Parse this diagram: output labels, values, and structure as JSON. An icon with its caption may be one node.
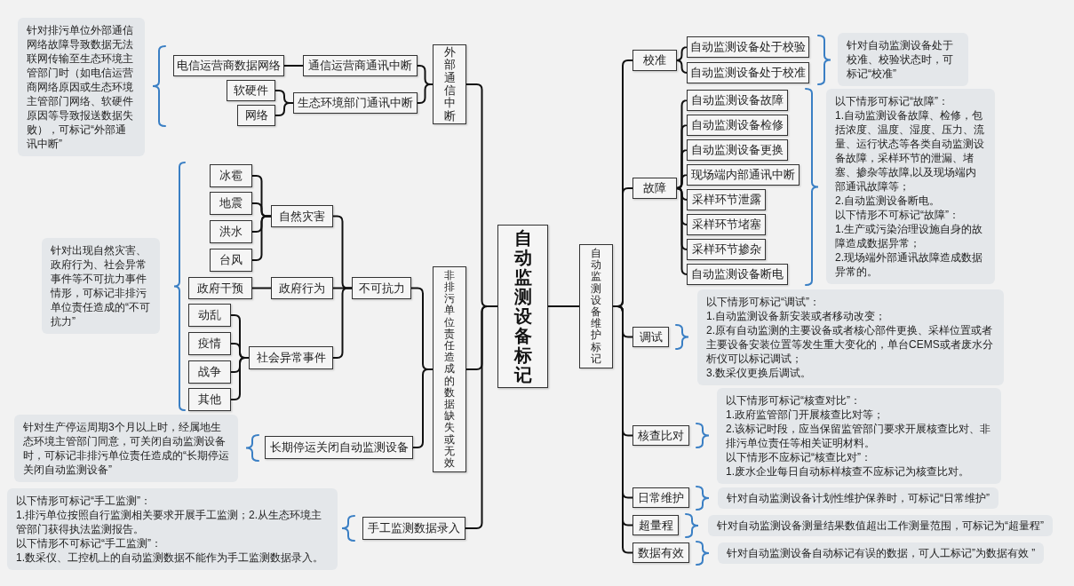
{
  "diagram": {
    "nodes": [
      {
        "text": [
          "自动监测设备标记"
        ]
      },
      {
        "text": [
          "外部通信中断"
        ]
      },
      {
        "text": [
          "通信运营商通讯中断"
        ]
      },
      {
        "text": [
          "电信运营商数据网络"
        ]
      },
      {
        "text": [
          "生态环境部门通讯中断"
        ]
      },
      {
        "text": [
          "软硬件"
        ]
      },
      {
        "text": [
          "网络"
        ]
      },
      {
        "text": [
          "针对排污单位外部通信网络故障导致数据无法联网传输至生态环境主管部门时（如电信运营商网络原因或生态环境主管部门网络、软硬件原因等导致报送数据失败），可标记“外部通讯中断”"
        ]
      },
      {
        "text": [
          "非排污单位责任造成的数据缺失或无效"
        ]
      },
      {
        "text": [
          "不可抗力"
        ]
      },
      {
        "text": [
          "自然灾害"
        ]
      },
      {
        "text": [
          "冰雹"
        ]
      },
      {
        "text": [
          "地震"
        ]
      },
      {
        "text": [
          "洪水"
        ]
      },
      {
        "text": [
          "台风"
        ]
      },
      {
        "text": [
          "政府行为"
        ]
      },
      {
        "text": [
          "政府干预"
        ]
      },
      {
        "text": [
          "社会异常事件"
        ]
      },
      {
        "text": [
          "动乱"
        ]
      },
      {
        "text": [
          "疫情"
        ]
      },
      {
        "text": [
          "战争"
        ]
      },
      {
        "text": [
          "其他"
        ]
      },
      {
        "text": [
          "针对出现自然灾害、政府行为、社会异常事件等不可抗力事件情形，可标记非排污单位责任造成的“不可抗力”"
        ]
      },
      {
        "text": [
          "长期停运关闭自动监测设备"
        ]
      },
      {
        "text": [
          "针对生产停运周期3个月以上时，经属地生态环境主管部门同意，可关闭自动监测设备时，可标记非排污单位责任造成的“长期停运关闭自动监测设备”"
        ]
      },
      {
        "text": [
          "手工监测数据录入"
        ]
      },
      {
        "text": [
          "以下情形可标记“手工监测”：",
          "1.排污单位按照自行监测相关要求开展手工监测；2.从生态环境主管部门获得执法监测报告。",
          "以下情形不可标记“手工监测”：",
          "1.数采仪、工控机上的自动监测数据不能作为手工监测数据录入。"
        ]
      },
      {
        "text": [
          "自动监测设备维护标记"
        ]
      },
      {
        "text": [
          "校准"
        ]
      },
      {
        "text": [
          "自动监测设备处于校验"
        ]
      },
      {
        "text": [
          "自动监测设备处于校准"
        ]
      },
      {
        "text": [
          "针对自动监测设备处于校准、校验状态时，可标记“校准”"
        ]
      },
      {
        "text": [
          "故障"
        ]
      },
      {
        "text": [
          "自动监测设备故障"
        ]
      },
      {
        "text": [
          "自动监测设备检修"
        ]
      },
      {
        "text": [
          "自动监测设备更换"
        ]
      },
      {
        "text": [
          "现场端内部通讯中断"
        ]
      },
      {
        "text": [
          "采样环节泄露"
        ]
      },
      {
        "text": [
          "采样环节堵塞"
        ]
      },
      {
        "text": [
          "采样环节掺杂"
        ]
      },
      {
        "text": [
          "自动监测设备断电"
        ]
      },
      {
        "text": [
          "以下情形可标记“故障”：",
          "1.自动监测设备故障、检修，包括浓度、温度、湿度、压力、流量、运行状态等各类自动监测设备故障，采样环节的泄漏、堵塞、掺杂等故障,以及现场端内部通讯故障等；",
          "2.自动监测设备断电。",
          "以下情形不可标记“故障”：",
          "1.生产或污染治理设施自身的故障造成数据异常；",
          "2.现场端外部通讯故障造成数据异常的。"
        ]
      },
      {
        "text": [
          "调试"
        ]
      },
      {
        "text": [
          "以下情形可标记“调试”：",
          "1.自动监测设备新安装或者移动改变；",
          "2.原有自动监测的主要设备或者核心部件更换、采样位置或者主要设备安装位置等发生重大变化的，单台CEMS或者废水分析仪可以标记调试；",
          "3.数采仪更换后调试。"
        ]
      },
      {
        "text": [
          "核查比对"
        ]
      },
      {
        "text": [
          "以下情形可标记“核查对比”：",
          "1.政府监管部门开展核查比对等；",
          "2.该标记时段，应当保留监管部门要求开展核查比对、非排污单位责任等相关证明材料。",
          "以下情形不应标记“核查比对”：",
          "1.废水企业每日自动标样核查不应标记为核查比对。"
        ]
      },
      {
        "text": [
          "日常维护"
        ]
      },
      {
        "text": [
          "针对自动监测设备计划性维护保养时，可标记“日常维护”"
        ]
      },
      {
        "text": [
          "超量程"
        ]
      },
      {
        "text": [
          "针对自动监测设备测量结果数值超出工作测量范围，可标记为“超量程”"
        ]
      },
      {
        "text": [
          "数据有效"
        ]
      },
      {
        "text": [
          "针对自动监测设备自动标记有误的数据，可人工标记”为数据有效 ”"
        ]
      }
    ],
    "edges": [
      {
        "from": 0,
        "to": 1,
        "arrow": "none"
      },
      {
        "from": 1,
        "to": 2,
        "arrow": "none"
      },
      {
        "from": 2,
        "to": 3,
        "arrow": "none"
      },
      {
        "from": 1,
        "to": 4,
        "arrow": "none"
      },
      {
        "from": 4,
        "to": 5,
        "arrow": "none"
      },
      {
        "from": 4,
        "to": 6,
        "arrow": "none"
      },
      {
        "from": 0,
        "to": 8,
        "arrow": "none"
      },
      {
        "from": 8,
        "to": 9,
        "arrow": "none"
      },
      {
        "from": 9,
        "to": 10,
        "arrow": "none"
      },
      {
        "from": 10,
        "to": 11,
        "arrow": "none"
      },
      {
        "from": 10,
        "to": 12,
        "arrow": "none"
      },
      {
        "from": 10,
        "to": 13,
        "arrow": "none"
      },
      {
        "from": 10,
        "to": 14,
        "arrow": "none"
      },
      {
        "from": 9,
        "to": 15,
        "arrow": "none"
      },
      {
        "from": 15,
        "to": 16,
        "arrow": "none"
      },
      {
        "from": 9,
        "to": 17,
        "arrow": "none"
      },
      {
        "from": 17,
        "to": 18,
        "arrow": "none"
      },
      {
        "from": 17,
        "to": 19,
        "arrow": "none"
      },
      {
        "from": 17,
        "to": 20,
        "arrow": "none"
      },
      {
        "from": 17,
        "to": 21,
        "arrow": "none"
      },
      {
        "from": 8,
        "to": 23,
        "arrow": "none"
      },
      {
        "from": 0,
        "to": 25,
        "arrow": "none"
      },
      {
        "from": 0,
        "to": 27,
        "arrow": "none"
      },
      {
        "from": 27,
        "to": 28,
        "arrow": "none"
      },
      {
        "from": 28,
        "to": 29,
        "arrow": "none"
      },
      {
        "from": 28,
        "to": 30,
        "arrow": "none"
      },
      {
        "from": 27,
        "to": 32,
        "arrow": "none"
      },
      {
        "from": 32,
        "to": 33,
        "arrow": "none"
      },
      {
        "from": 32,
        "to": 34,
        "arrow": "none"
      },
      {
        "from": 32,
        "to": 35,
        "arrow": "none"
      },
      {
        "from": 32,
        "to": 36,
        "arrow": "none"
      },
      {
        "from": 32,
        "to": 37,
        "arrow": "none"
      },
      {
        "from": 32,
        "to": 38,
        "arrow": "none"
      },
      {
        "from": 32,
        "to": 39,
        "arrow": "none"
      },
      {
        "from": 32,
        "to": 40,
        "arrow": "none"
      },
      {
        "from": 27,
        "to": 42,
        "arrow": "none"
      },
      {
        "from": 27,
        "to": 44,
        "arrow": "none"
      },
      {
        "from": 27,
        "to": 46,
        "arrow": "none"
      },
      {
        "from": 27,
        "to": 48,
        "arrow": "none"
      },
      {
        "from": 27,
        "to": 50,
        "arrow": "none"
      }
    ]
  }
}
